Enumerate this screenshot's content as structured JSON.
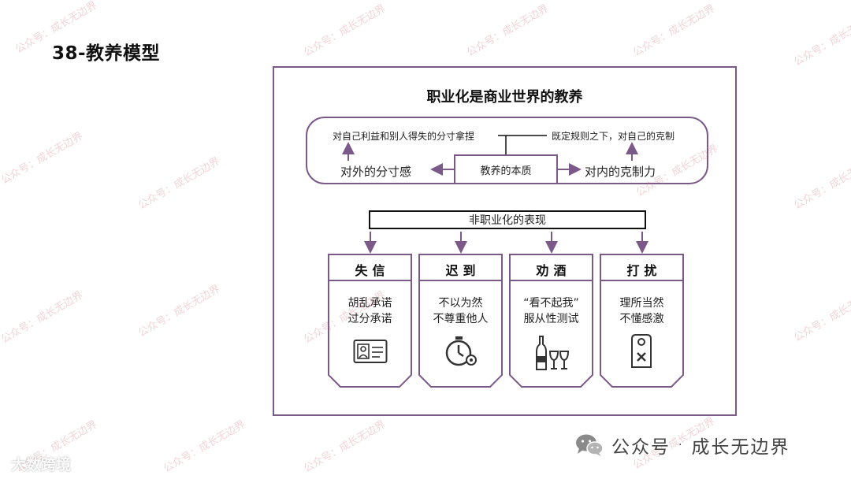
{
  "slide": {
    "title": "38-教养模型"
  },
  "diagram": {
    "title": "职业化是商业世界的教养",
    "essence": "教养的本质",
    "left_top": "对自己利益和别人得失的分寸拿捏",
    "right_top": "既定规则之下，对自己的克制",
    "left_label": "对外的分寸感",
    "right_label": "对内的克制力",
    "bar_label": "非职业化的表现",
    "cards": [
      {
        "title": "失信",
        "lines": [
          "胡乱承诺",
          "过分承诺"
        ],
        "icon": "id-card-icon"
      },
      {
        "title": "迟到",
        "lines": [
          "不以为然",
          "不尊重他人"
        ],
        "icon": "stopwatch-icon"
      },
      {
        "title": "劝酒",
        "lines": [
          "“看不起我”",
          "服从性测试"
        ],
        "icon": "wine-bottle-icon"
      },
      {
        "title": "打扰",
        "lines": [
          "理所当然",
          "不懂感激"
        ],
        "icon": "do-not-disturb-icon"
      }
    ],
    "accent_color": "#7b5a8a"
  },
  "watermark": {
    "text": "公众号：成长无边界"
  },
  "brand": {
    "icon": "wechat-icon",
    "label": "公众号",
    "dot": "·",
    "name": "成长无边界"
  },
  "corner_logo": {
    "text": "大数跨境"
  }
}
